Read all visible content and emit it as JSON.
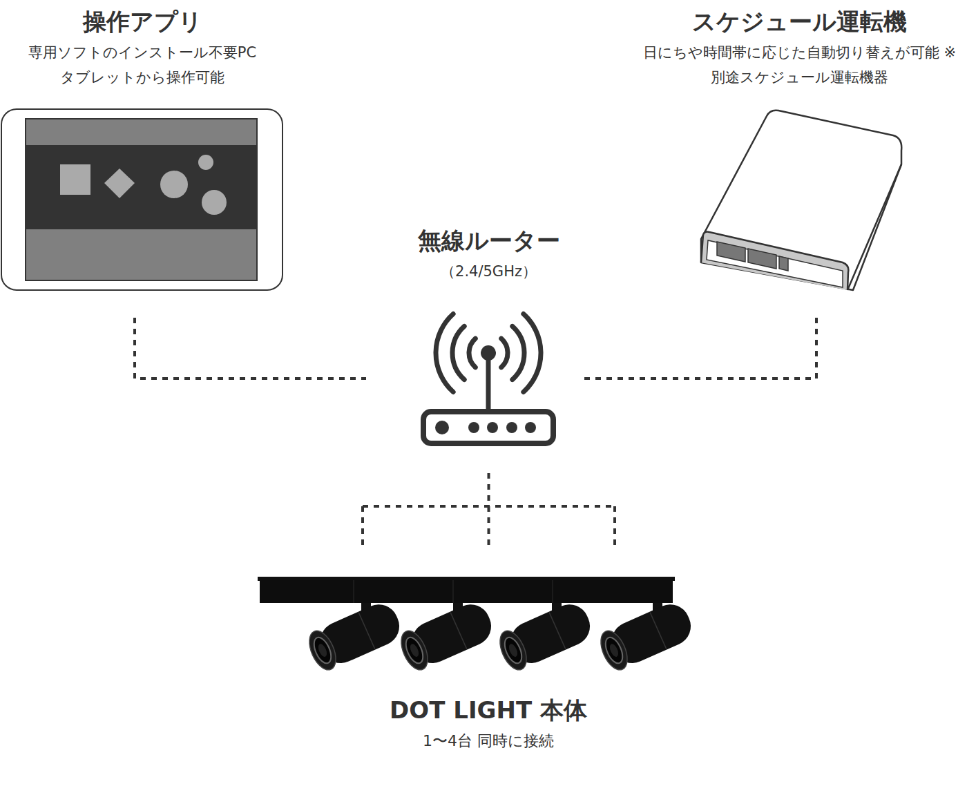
{
  "diagram": {
    "nodes": [
      {
        "text": [
          "操作アプリ",
          "専用ソフトのインストール不要PC タブレットから操作可能"
        ]
      },
      {
        "text": [
          "スケジュール運転機",
          "日にちや時間帯に応じた自動切り替えが可能 ※別途スケジュール運転機器"
        ]
      },
      {
        "text": [
          "無線ルーター",
          "（2.4/5GHz）"
        ]
      },
      {
        "text": [
          "DOT LIGHT 本体",
          "1〜4台 同時に接続"
        ]
      }
    ],
    "edges": [
      {
        "from": 0,
        "to": 2,
        "arrow": "none"
      },
      {
        "from": 1,
        "to": 2,
        "arrow": "none"
      },
      {
        "from": 2,
        "to": 3,
        "arrow": "none"
      }
    ]
  }
}
